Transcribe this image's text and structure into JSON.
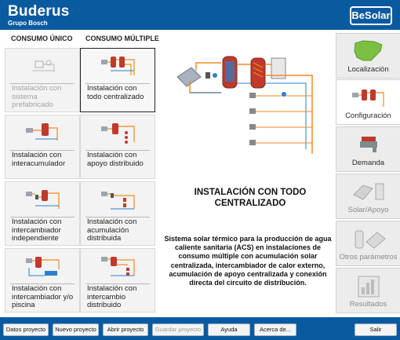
{
  "header": {
    "brand": "Buderus",
    "brand_sub": "Grupo Bosch",
    "logo": "BeSolar"
  },
  "categories": {
    "single": "CONSUMO ÚNICO",
    "multiple": "CONSUMO MÚLTIPLE"
  },
  "tiles": [
    {
      "label": "Instalación con sistema prefabricado",
      "disabled": true
    },
    {
      "label": "Instalación con todo centralizado",
      "selected": true
    },
    {
      "label": "Instalación con interacumulador"
    },
    {
      "label": "Instalación con apoyo distribuido"
    },
    {
      "label": "Instalación con intercambiador independiente"
    },
    {
      "label": "Instalación con acumulación distribuida"
    },
    {
      "label": "Instalación con intercambiador y/o piscina"
    },
    {
      "label": "Instalación con intercambio distribuido"
    }
  ],
  "main": {
    "title": "INSTALACIÓN CON TODO CENTRALIZADO",
    "description": "Sistema solar térmico para la producción de agua caliente sanitaria (ACS) en instalaciones de consumo múltiple con acumulación solar centralizada, intercambiador de calor externo, acumulación de apoyo centralizada y conexión directa del circuito de distribución."
  },
  "nav": [
    {
      "label": "Localización",
      "icon": "spain-map-icon"
    },
    {
      "label": "Configuración",
      "icon": "installation-icon",
      "active": true
    },
    {
      "label": "Demanda",
      "icon": "faucet-icon"
    },
    {
      "label": "Solar/Apoyo",
      "icon": "solar-panel-icon",
      "dim": true
    },
    {
      "label": "Otros parámetros",
      "icon": "parameters-icon",
      "dim": true
    },
    {
      "label": "Resultados",
      "icon": "results-icon",
      "dim": true
    }
  ],
  "footer": {
    "buttons": [
      "Datos proyecto",
      "Nuevo proyecto",
      "Abrir proyecto",
      "Guardar proyecto",
      "Ayuda",
      "Acerca de...",
      "Salir"
    ],
    "disabled": [
      "Guardar proyecto"
    ]
  },
  "colors": {
    "brand_blue": "#0a5aa0",
    "pipe_orange": "#f08a24",
    "pipe_blue": "#2a7fd0",
    "tank_red": "#c0392b",
    "map_green": "#7bc043"
  }
}
